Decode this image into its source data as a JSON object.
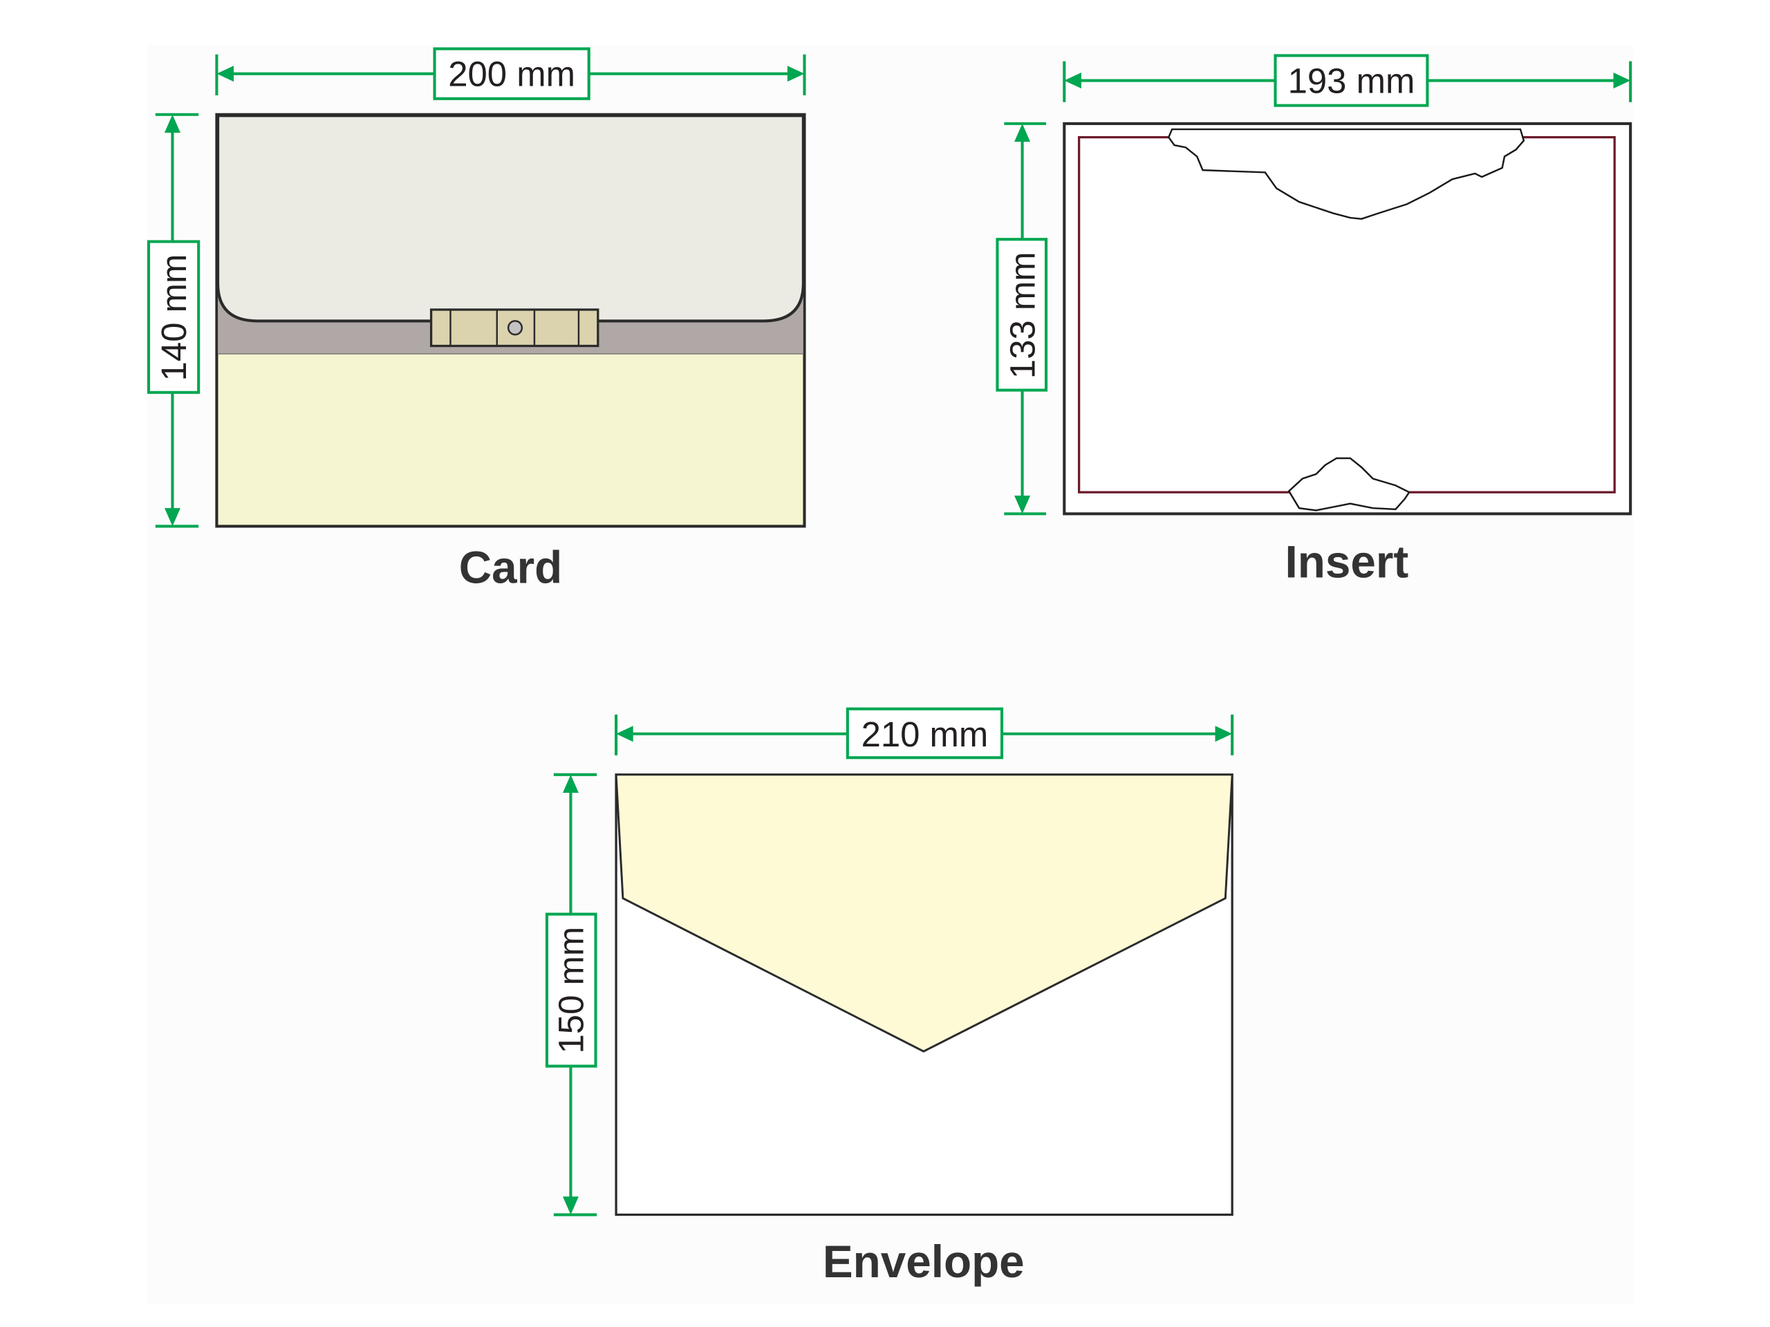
{
  "colors": {
    "dimension_green": "#00a651",
    "outline": "#2b2b2b",
    "card_flap": "#ebebe4",
    "card_band": "#b0a8a6",
    "card_body": "#f5f5d2",
    "clasp": "#dbd2ae",
    "insert_border": "#6b1a2a",
    "envelope_flap": "#fefad6"
  },
  "card": {
    "title": "Card",
    "width_label": "200 mm",
    "height_label": "140 mm"
  },
  "insert": {
    "title": "Insert",
    "width_label": "193 mm",
    "height_label": "133 mm"
  },
  "envelope": {
    "title": "Envelope",
    "width_label": "210 mm",
    "height_label": "150 mm"
  }
}
